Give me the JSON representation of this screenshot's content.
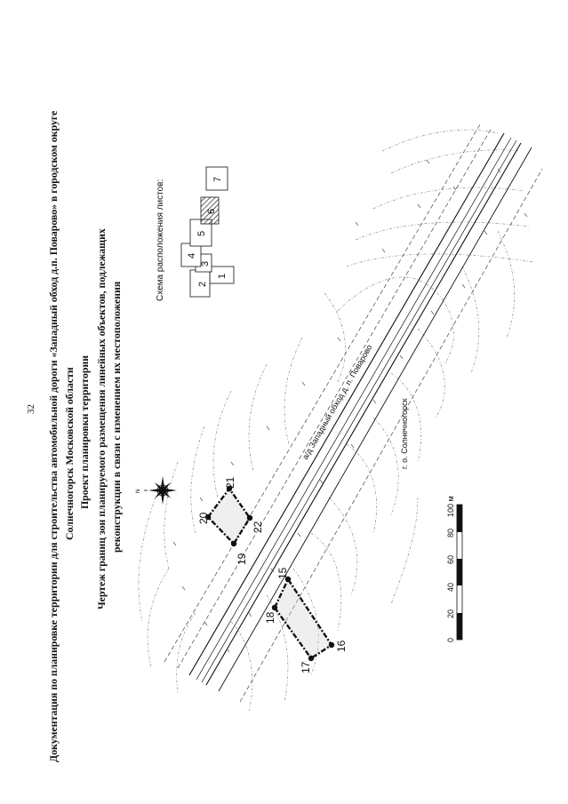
{
  "page_number": "32",
  "header": {
    "line1": "Документация по планировке территории для строительства автомобильной дороги «Западный обход д.п. Поварово» в городском округе",
    "line2": "Солнечногорск Московской области",
    "line3": "Проект планировки территории",
    "line4": "Чертеж границ зон планируемого размещения линейных объектов, подлежащих",
    "line5": "реконструкции в связи с изменением их местоположения"
  },
  "sheet_scheme": {
    "title": "Схема расположения листов:",
    "sheets": [
      "1",
      "2",
      "3",
      "4",
      "5",
      "6",
      "7"
    ],
    "highlighted_sheet": "6"
  },
  "road_label": "а/д Западный обход д. п. Поварово",
  "district_label": "г. о. Солнечногорск",
  "point_labels": {
    "p15": "15",
    "p16": "16",
    "p17": "17",
    "p18": "18",
    "p19": "19",
    "p20": "20",
    "p21": "21",
    "p22": "22"
  },
  "scale_bar": {
    "ticks": [
      "0",
      "20",
      "40",
      "60",
      "80",
      "100 м"
    ]
  },
  "colors": {
    "ink": "#111111",
    "paper": "#ffffff",
    "contour": "#777777"
  },
  "icons": [
    "north-compass-icon"
  ]
}
